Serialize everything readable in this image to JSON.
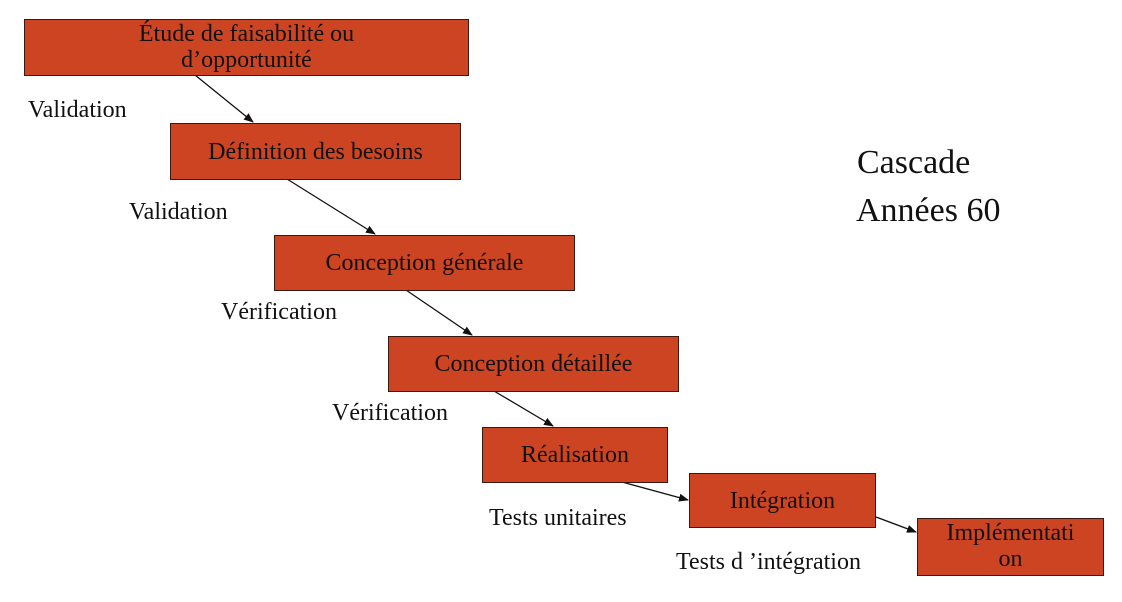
{
  "colors": {
    "box_fill": "#cc4422",
    "box_border": "#3a1a10",
    "text": "#111111",
    "arrow": "#111111"
  },
  "steps": [
    {
      "line1": "Étude de faisabilité ou",
      "line2": "d’opportunité"
    },
    {
      "label": "Définition des besoins"
    },
    {
      "label": "Conception générale"
    },
    {
      "label": "Conception détaillée"
    },
    {
      "label": "Réalisation"
    },
    {
      "label": "Intégration"
    },
    {
      "line1": "Implémentati",
      "line2": "on"
    }
  ],
  "transitions": [
    "Validation",
    "Validation",
    "Vérification",
    "Vérification",
    "Tests unitaires",
    "Tests d ’intégration"
  ],
  "title": {
    "line1": "Cascade",
    "line2": "Années 60"
  }
}
